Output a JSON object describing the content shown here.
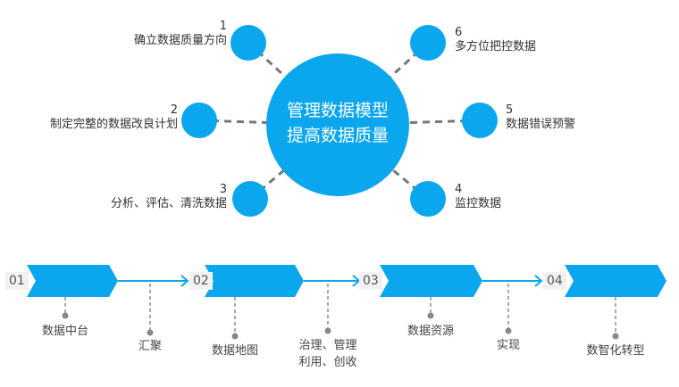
{
  "colors": {
    "accent": "#0aa6ee",
    "dash": "#777777"
  },
  "center": {
    "line1": "管理数据模型",
    "line2": "提高数据质量"
  },
  "nodes": [
    {
      "num": "1",
      "label": "确立数据质量方向"
    },
    {
      "num": "2",
      "label": "制定完整的数据改良计划"
    },
    {
      "num": "3",
      "label": "分析、评估、清洗数据"
    },
    {
      "num": "4",
      "label": "监控数据"
    },
    {
      "num": "5",
      "label": "数据错误预警"
    },
    {
      "num": "6",
      "label": "多方位把控数据"
    }
  ],
  "steps": [
    {
      "num": "01",
      "label": "数据中台"
    },
    {
      "num": "02",
      "label": "数据地图"
    },
    {
      "num": "03",
      "label": "数据资源"
    },
    {
      "num": "04",
      "label": "数智化转型"
    }
  ],
  "connectors": [
    {
      "label": "汇聚"
    },
    {
      "line1": "治理、管理",
      "line2": "利用、创收"
    },
    {
      "label": "实现"
    }
  ]
}
